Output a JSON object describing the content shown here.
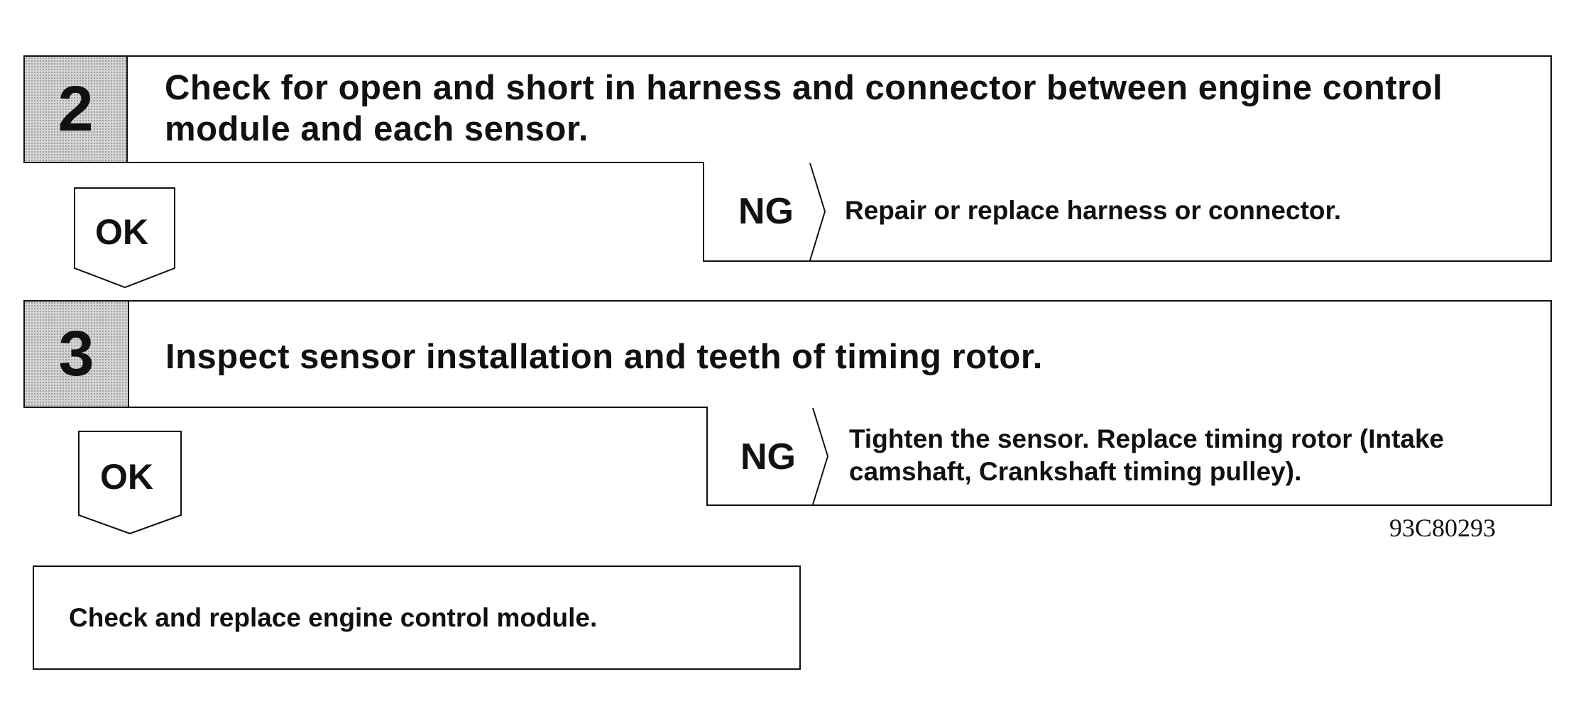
{
  "steps": [
    {
      "number": "2",
      "text": "Check for open and short in harness and connector between engine control module and each sensor.",
      "ok_label": "OK",
      "ng_label": "NG",
      "ng_text": "Repair or replace harness or connector."
    },
    {
      "number": "3",
      "text": "Inspect sensor installation and teeth of timing rotor.",
      "ok_label": "OK",
      "ng_label": "NG",
      "ng_text": "Tighten the sensor. Replace timing rotor (Intake camshaft, Crankshaft timing pulley)."
    }
  ],
  "figure_code": "93C80293",
  "final_action": "Check and replace engine control module."
}
